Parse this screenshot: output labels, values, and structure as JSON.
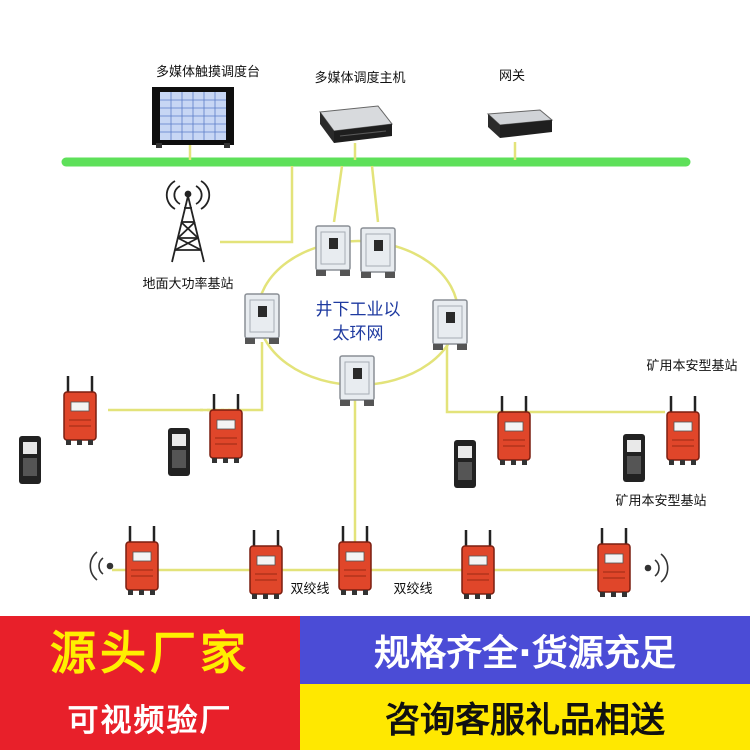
{
  "diagram": {
    "labels": {
      "touch_console": "多媒体触摸调度台",
      "dispatch_host": "多媒体调度主机",
      "gateway": "网关",
      "ground_station": "地面大功率基站",
      "ring_line1": "井下工业以",
      "ring_line2": "太环网",
      "mine_station_top": "矿用本安型基站",
      "mine_station_bottom": "矿用本安型基站",
      "twisted_pair_1": "双绞线",
      "twisted_pair_2": "双绞线"
    },
    "colors": {
      "backbone": "#5ee05a",
      "links": "#e3e37a",
      "station": "#e0462a",
      "switch": "#e8ecf0"
    }
  },
  "banner": {
    "left_top": "源头厂家",
    "left_bottom": "可视频验厂",
    "right_top": "规格齐全·货源充足",
    "right_bottom": "咨询客服礼品相送",
    "colors": {
      "red": "#e8202a",
      "blue": "#4b4cd6",
      "yellow": "#ffe800"
    }
  }
}
